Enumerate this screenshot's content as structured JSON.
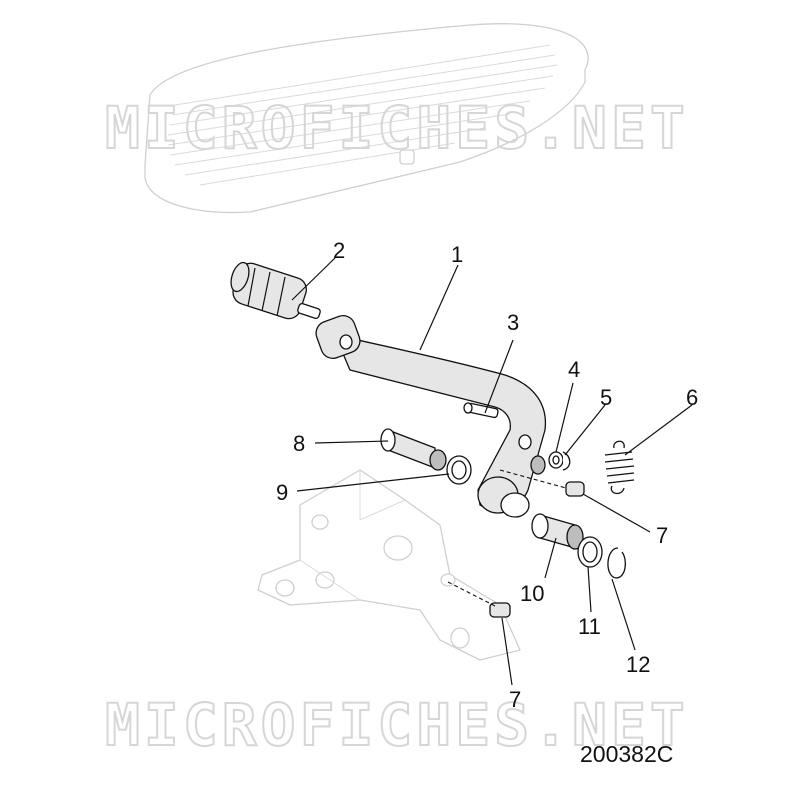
{
  "watermark": {
    "top": "MICROFICHES.NET",
    "bottom": "MICROFICHES.NET"
  },
  "document_number": "200382C",
  "callouts": {
    "c1": "1",
    "c2": "2",
    "c3": "3",
    "c4": "4",
    "c5": "5",
    "c6": "6",
    "c7a": "7",
    "c7b": "7",
    "c8": "8",
    "c9": "9",
    "c10": "10",
    "c11": "11",
    "c12": "12"
  }
}
